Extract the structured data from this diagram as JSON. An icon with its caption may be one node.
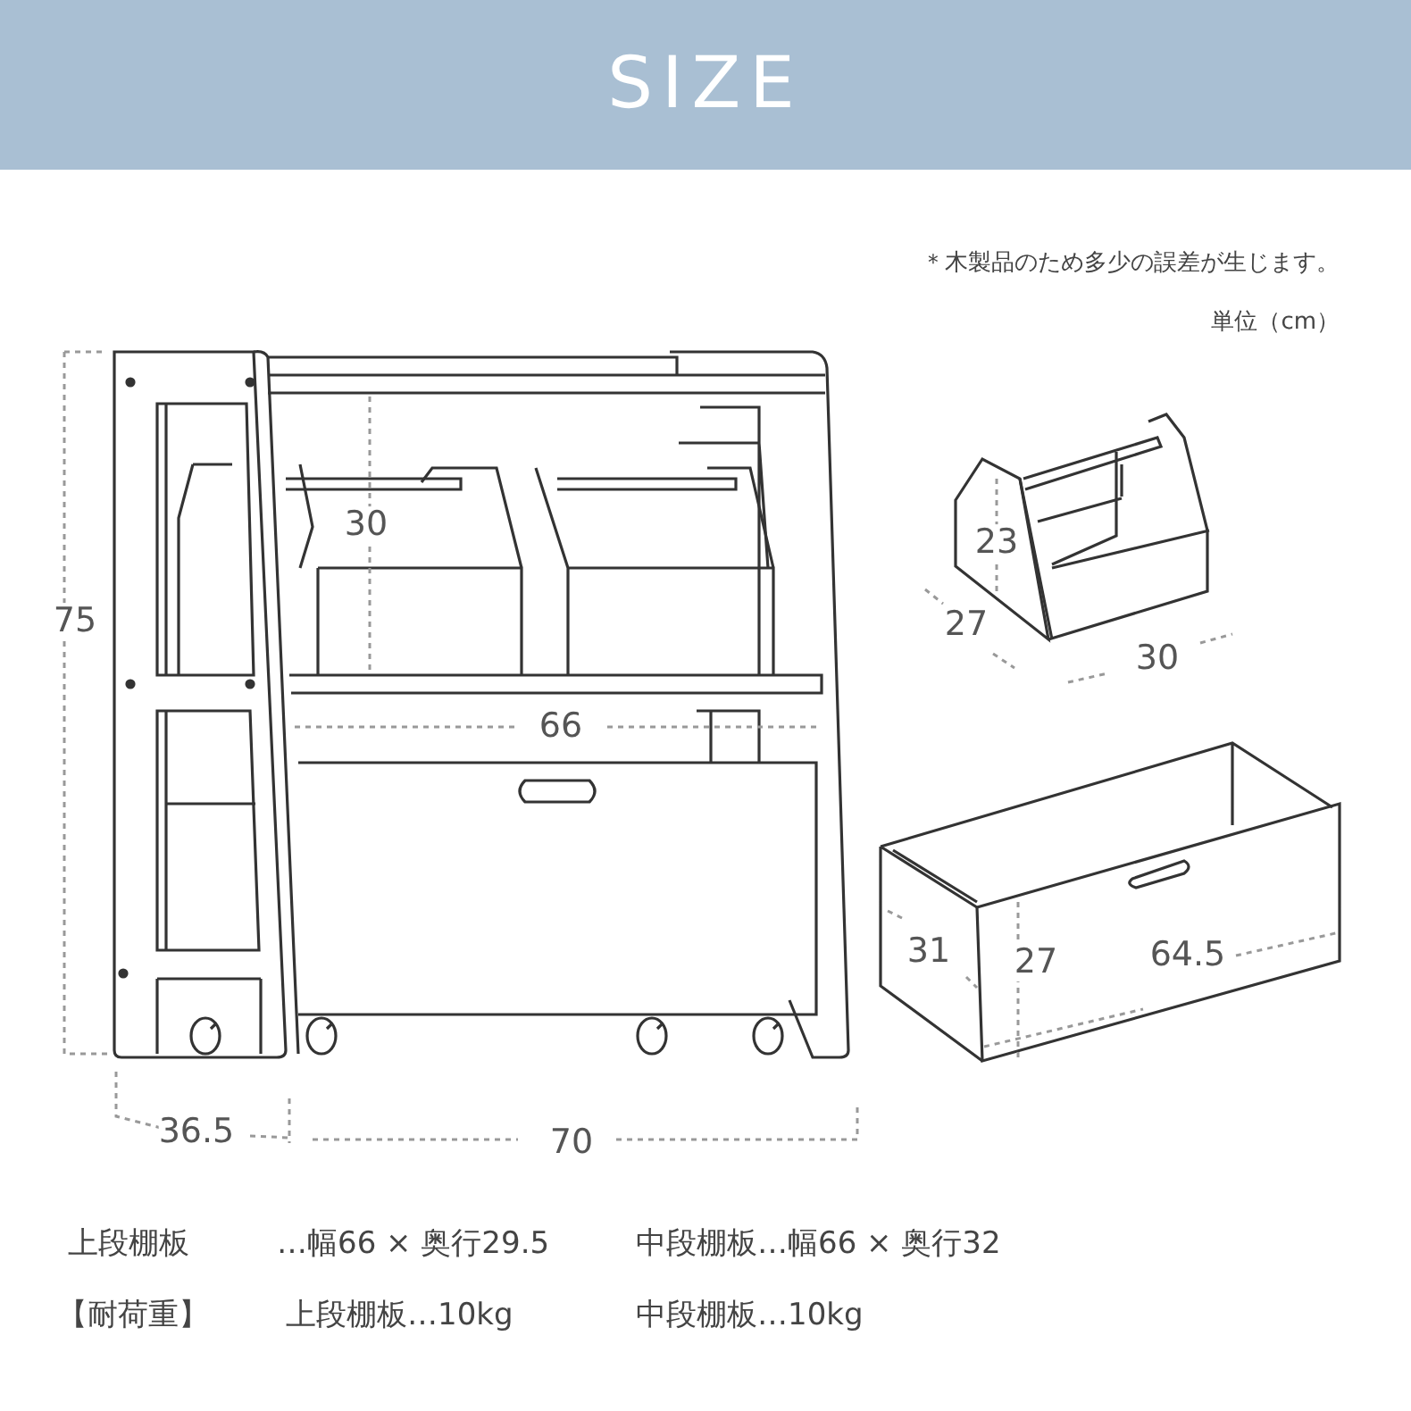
{
  "diagram": {
    "title": "SIZE",
    "labels": [
      "＊木製品のため多少の誤差が生じます。",
      "単位（cm）",
      "75",
      "30",
      "23",
      "27",
      "30",
      "66",
      "31",
      "27",
      "64.5",
      "36.5",
      "70",
      "上段棚板",
      "…幅66 × 奥行29.5",
      "中段棚板…幅66 × 奥行32",
      "【耐荷重】",
      "上段棚板…10kg",
      "中段棚板…10kg"
    ]
  }
}
